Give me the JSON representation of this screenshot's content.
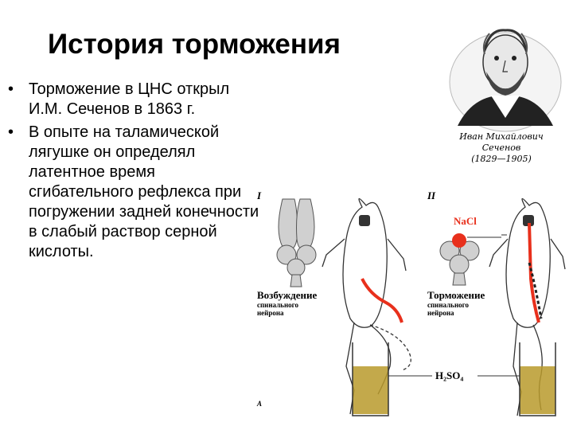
{
  "slide": {
    "title": "История торможения",
    "bullets": [
      "Торможение в ЦНС открыл И.М. Сеченов в 1863 г.",
      "В опыте на таламической лягушке он определял латентное время сгибательного рефлекса при погружении задней конечности в слабый раствор серной кислоты."
    ],
    "bullet_symbol": "•"
  },
  "portrait": {
    "caption_name": "Иван Михайлович",
    "caption_surname": "Сеченов",
    "caption_years": "(1829—1905)"
  },
  "figure": {
    "panel_1": "I",
    "panel_2": "II",
    "label_excitation": "Возбуждение",
    "label_excitation_sub_1": "спинального",
    "label_excitation_sub_2": "нейрона",
    "label_inhibition": "Торможение",
    "label_inhibition_sub_1": "спинального",
    "label_inhibition_sub_2": "нейрона",
    "nacl": "NaCl",
    "acid": "H₂SO₄",
    "corner_mark": "A",
    "colors": {
      "nerve_path": "#e8301c",
      "acid_fill": "#b89a2c",
      "brain_fill": "#d0d0d0"
    }
  }
}
